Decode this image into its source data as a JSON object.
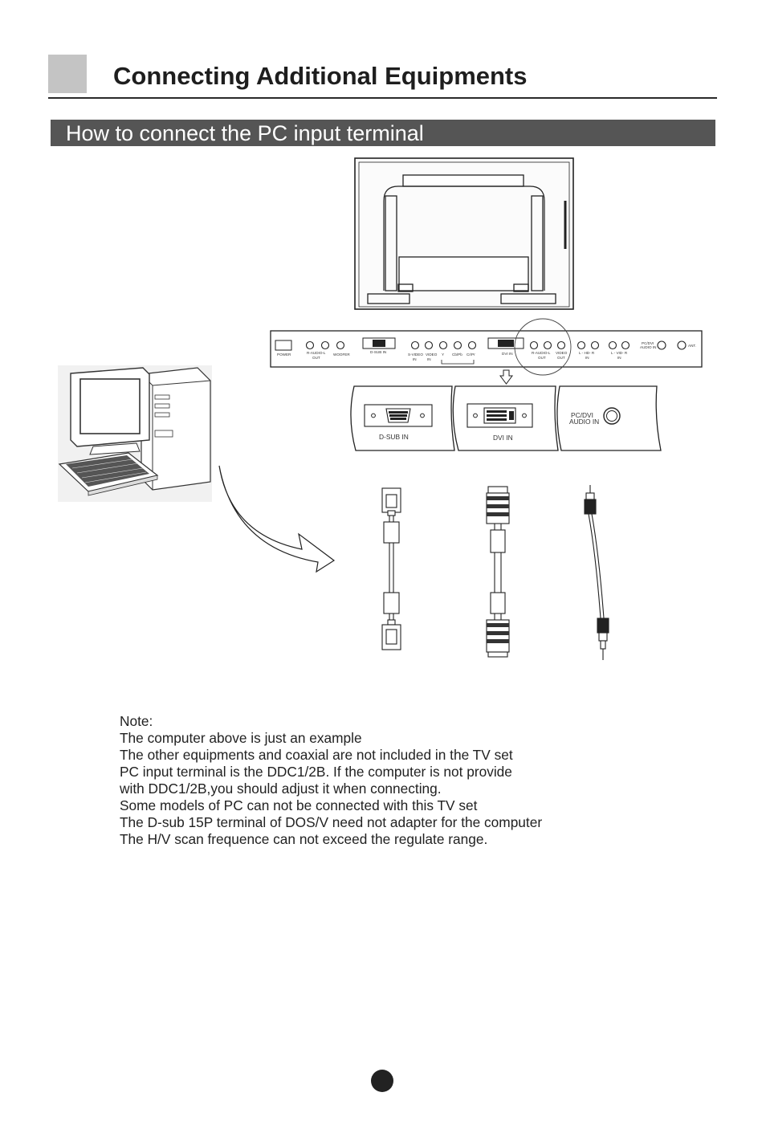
{
  "header": {
    "title": "Connecting Additional Equipments"
  },
  "section": {
    "title": "How to connect the PC input terminal"
  },
  "panel_labels": {
    "power": "POWER",
    "r_audio_l_out": [
      "R-AUDIO-L",
      "OUT"
    ],
    "woofer": "WOOFER",
    "d_sub_in": "D-SUB IN",
    "s_video_in": [
      "S-VIDEO",
      "IN"
    ],
    "video_in": [
      "VIDEO",
      "IN"
    ],
    "y": "Y",
    "cb_pb": "Cb/Pb",
    "cr_pr": "Cr/Pr",
    "dvi_in": "DVI IN",
    "r_audio_l_out_2": [
      "R-AUDIO-L",
      "OUT"
    ],
    "video_out": [
      "VIDEO",
      "OUT"
    ],
    "l_hd_r_in": [
      "L - HD- R",
      "IN"
    ],
    "l_vid_r_in": [
      "L - VID- R",
      "IN"
    ],
    "pc_dvi_audio_in": [
      "PC/DVI",
      "AUDIO IN"
    ],
    "ant": "ANT."
  },
  "zoom_labels": {
    "d_sub_in": "D-SUB  IN",
    "dvi_in": "DVI IN",
    "pc_dvi_audio_in": [
      "PC/DVI",
      "AUDIO IN"
    ]
  },
  "note": {
    "heading": "Note:",
    "lines": [
      "The computer above is just an example",
      "The other equipments and coaxial are not included in the TV set",
      "PC input terminal is the DDC1/2B. If the computer is not provide",
      "with DDC1/2B,you should adjust it when connecting.",
      "Some models of PC can not be connected with this TV set",
      "The D-sub 15P terminal of DOS/V need not adapter for the computer",
      "The H/V scan frequence can not exceed the regulate range."
    ]
  }
}
